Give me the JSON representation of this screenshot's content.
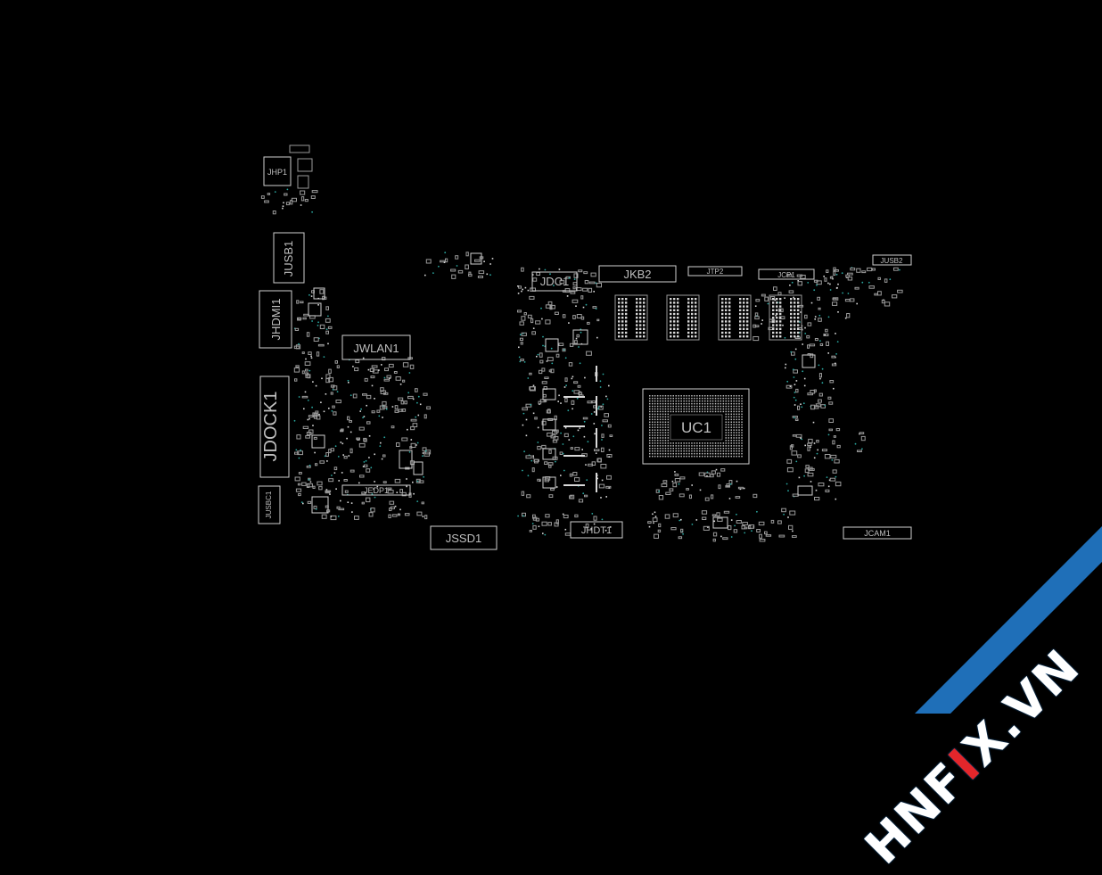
{
  "board": {
    "connectors": {
      "jhp1": "JHP1",
      "jusb1": "JUSB1",
      "jhdmi1": "JHDMI1",
      "jwlan1": "JWLAN1",
      "jdock1": "JDOCK1",
      "jusbc1": "JUSBC1",
      "jedp1": "JEDP1",
      "jssd1": "JSSD1",
      "jdc1": "JDC1",
      "jkb2": "JKB2",
      "jtp2": "JTP2",
      "jcp1": "JCP1",
      "jusb2": "JUSB2",
      "uc1": "UC1",
      "jhdt1": "JHDT1",
      "jcam1": "JCAM1"
    }
  },
  "watermark": {
    "brand_prefix": "HNF",
    "brand_accent": "I",
    "brand_suffix": "X.VN",
    "color_blue": "#1f6fb8",
    "color_red": "#e4262b"
  }
}
